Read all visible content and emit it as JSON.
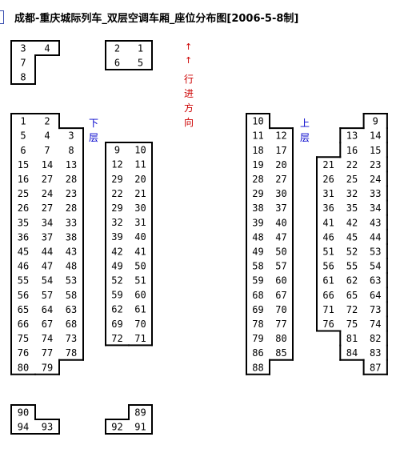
{
  "title": "成都-重庆城际列车_双层空调车厢_座位分布图[2006-5-8制]",
  "direction_text": "行进方向",
  "lower_deck_label": "下层",
  "upper_deck_label": "上层",
  "arrow_glyph": "↑",
  "colors": {
    "lines": "#000000",
    "direction": "#cc0000",
    "deck_label": "#0000cc"
  },
  "seat_groups": [
    {
      "name": "top-left-group",
      "rows": [
        [
          "3",
          "4"
        ],
        [
          "7",
          ""
        ],
        [
          "8",
          ""
        ]
      ]
    },
    {
      "name": "top-middle-group",
      "rows": [
        [
          "2",
          "1"
        ],
        [
          "6",
          "5"
        ]
      ]
    },
    {
      "name": "lower-deck-left-block",
      "rows": [
        [
          "1",
          "2",
          ""
        ],
        [
          "5",
          "4",
          "3"
        ],
        [
          "6",
          "7",
          "8"
        ],
        [
          "15",
          "14",
          "13"
        ],
        [
          "16",
          "27",
          "28"
        ],
        [
          "25",
          "24",
          "23"
        ],
        [
          "26",
          "27",
          "28"
        ],
        [
          "35",
          "34",
          "33"
        ],
        [
          "36",
          "37",
          "38"
        ],
        [
          "45",
          "44",
          "43"
        ],
        [
          "46",
          "47",
          "48"
        ],
        [
          "55",
          "54",
          "53"
        ],
        [
          "56",
          "57",
          "58"
        ],
        [
          "65",
          "64",
          "63"
        ],
        [
          "66",
          "67",
          "68"
        ],
        [
          "75",
          "74",
          "73"
        ],
        [
          "76",
          "77",
          "78"
        ],
        [
          "80",
          "79",
          ""
        ]
      ]
    },
    {
      "name": "lower-deck-right-block",
      "rows": [
        [
          "9",
          "10"
        ],
        [
          "12",
          "11"
        ],
        [
          "29",
          "20"
        ],
        [
          "22",
          "21"
        ],
        [
          "29",
          "30"
        ],
        [
          "32",
          "31"
        ],
        [
          "39",
          "40"
        ],
        [
          "42",
          "41"
        ],
        [
          "49",
          "50"
        ],
        [
          "52",
          "51"
        ],
        [
          "59",
          "60"
        ],
        [
          "62",
          "61"
        ],
        [
          "69",
          "70"
        ],
        [
          "72",
          "71"
        ]
      ]
    },
    {
      "name": "upper-deck-left-block",
      "rows": [
        [
          "10",
          ""
        ],
        [
          "11",
          "12"
        ],
        [
          "18",
          "17"
        ],
        [
          "19",
          "20"
        ],
        [
          "28",
          "27"
        ],
        [
          "29",
          "30"
        ],
        [
          "38",
          "37"
        ],
        [
          "39",
          "40"
        ],
        [
          "48",
          "47"
        ],
        [
          "49",
          "50"
        ],
        [
          "58",
          "57"
        ],
        [
          "59",
          "60"
        ],
        [
          "68",
          "67"
        ],
        [
          "69",
          "70"
        ],
        [
          "78",
          "77"
        ],
        [
          "79",
          "80"
        ],
        [
          "86",
          "85"
        ],
        [
          "88",
          ""
        ]
      ]
    },
    {
      "name": "upper-deck-right-block",
      "rows": [
        [
          "",
          "",
          "9"
        ],
        [
          "",
          "13",
          "14"
        ],
        [
          "",
          "16",
          "15"
        ],
        [
          "21",
          "22",
          "23"
        ],
        [
          "26",
          "25",
          "24"
        ],
        [
          "31",
          "32",
          "33"
        ],
        [
          "36",
          "35",
          "34"
        ],
        [
          "41",
          "42",
          "43"
        ],
        [
          "46",
          "45",
          "44"
        ],
        [
          "51",
          "52",
          "53"
        ],
        [
          "56",
          "55",
          "54"
        ],
        [
          "61",
          "62",
          "63"
        ],
        [
          "66",
          "65",
          "64"
        ],
        [
          "71",
          "72",
          "73"
        ],
        [
          "76",
          "75",
          "74"
        ],
        [
          "",
          "81",
          "82"
        ],
        [
          "",
          "84",
          "83"
        ],
        [
          "",
          "",
          "87"
        ]
      ]
    },
    {
      "name": "bottom-left-group",
      "rows": [
        [
          "90",
          ""
        ],
        [
          "94",
          "93"
        ]
      ]
    },
    {
      "name": "bottom-middle-group",
      "rows": [
        [
          "",
          "89"
        ],
        [
          "92",
          "91"
        ]
      ]
    }
  ]
}
